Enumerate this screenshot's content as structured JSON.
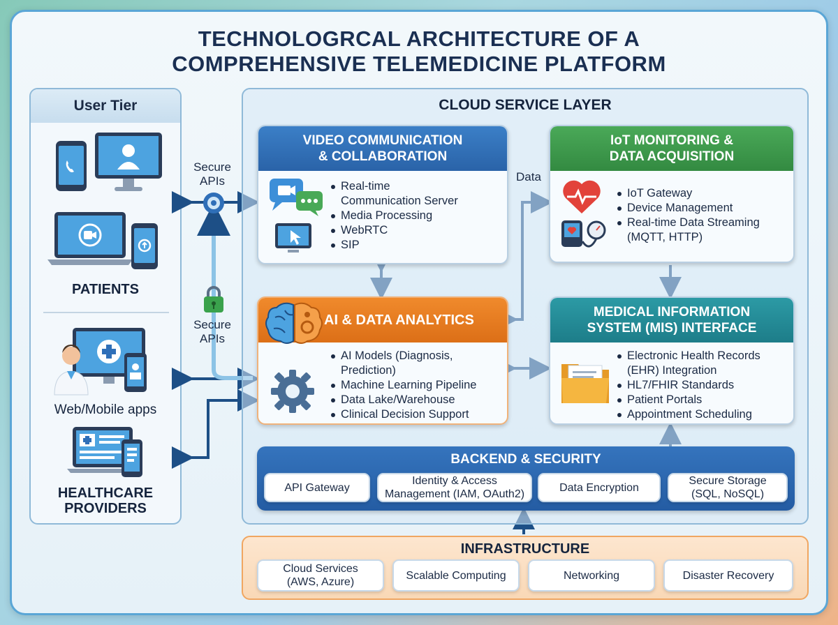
{
  "title": {
    "line1": "TECHNOLOGRCAL ARCHITECTURE OF A",
    "line2": "COMPREHENSIVE TELEMEDICINE PLATFORM"
  },
  "user_tier": {
    "header": "User Tier",
    "patients_label": "PATIENTS",
    "apps_label": "Web/Mobile apps",
    "providers_label": "HEALTHCARE\nPROVIDERS"
  },
  "connectors": {
    "secure_apis_top": "Secure\nAPIs",
    "secure_apis_bottom": "Secure\nAPIs",
    "data": "Data"
  },
  "cloud": {
    "header": "CLOUD SERVICE LAYER",
    "video": {
      "title": "VIDEO COMMUNICATION\n& COLLABORATION",
      "items": [
        "Real-time\nCommunication Server",
        "Media Processing",
        "WebRTC",
        "SIP"
      ]
    },
    "iot": {
      "title": "IoT MONITORING &\nDATA ACQUISITION",
      "items": [
        "IoT Gateway",
        "Device Management",
        "Real-time Data Streaming\n(MQTT, HTTP)"
      ]
    },
    "ai": {
      "title": "AI & DATA ANALYTICS",
      "items": [
        "AI Models (Diagnosis,\nPrediction)",
        "Machine Learning Pipeline",
        "Data Lake/Warehouse",
        "Clinical Decision Support"
      ]
    },
    "mis": {
      "title": "MEDICAL INFORMATION\nSYSTEM (MIS) INTERFACE",
      "items": [
        "Electronic Health Records\n(EHR) Integration",
        "HL7/FHIR Standards",
        "Patient Portals",
        "Appointment Scheduling"
      ]
    },
    "backend": {
      "title": "BACKEND & SECURITY",
      "items": [
        "API Gateway",
        "Identity & Access\nManagement (IAM, OAuth2)",
        "Data Encryption",
        "Secure Storage\n(SQL, NoSQL)"
      ]
    }
  },
  "infrastructure": {
    "title": "INFRASTRUCTURE",
    "items": [
      "Cloud Services\n(AWS, Azure)",
      "Scalable Computing",
      "Networking",
      "Disaster Recovery"
    ]
  },
  "colors": {
    "blue_header": "#2f6fb8",
    "green_header": "#3a9a48",
    "orange_header": "#e57d22",
    "teal_header": "#1f8a96",
    "backend_bg": "#2a66b0",
    "infra_border": "#f0a661",
    "arrow": "#1d4f86"
  }
}
